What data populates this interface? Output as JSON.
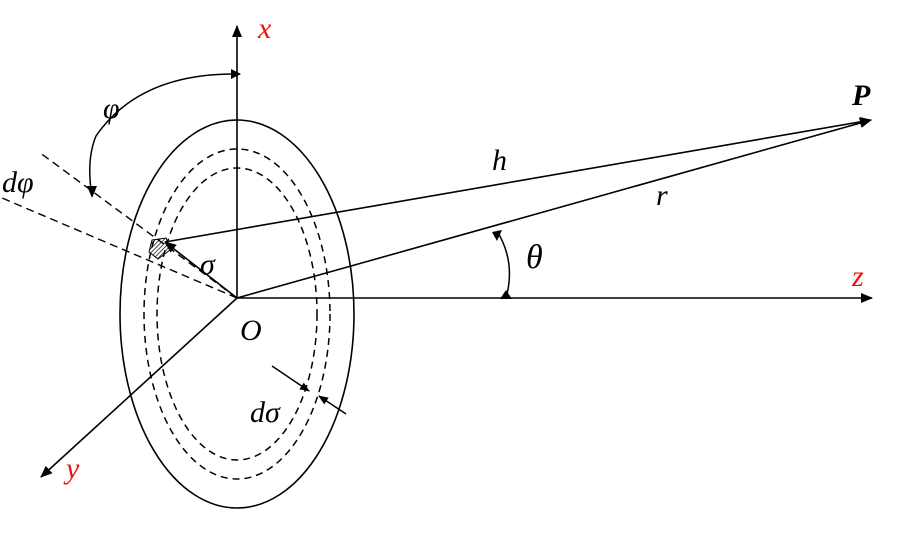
{
  "diagram": {
    "labels": {
      "x_axis": "x",
      "y_axis": "y",
      "z_axis": "z",
      "point": "P",
      "origin": "O",
      "h": "h",
      "r": "r",
      "theta": "θ",
      "sigma": "σ",
      "d_sigma": "dσ",
      "phi": "φ",
      "d_phi": "dφ"
    },
    "colors": {
      "axis_label": "#ee1111",
      "line": "#000000"
    }
  }
}
